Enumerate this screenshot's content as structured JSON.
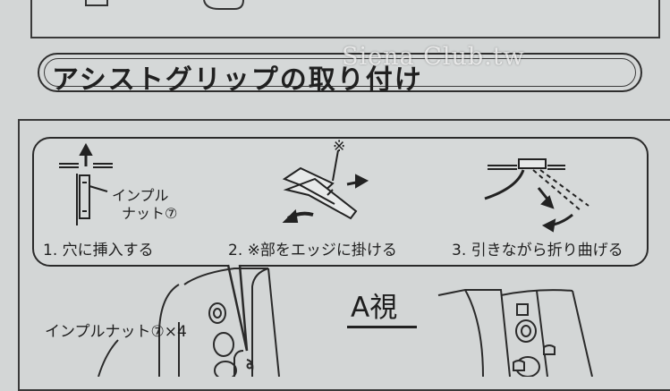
{
  "title": "アシストグリップの取り付け",
  "watermark": "Siena Club.tw",
  "steps": [
    {
      "label": "1. 穴に挿入する"
    },
    {
      "label": "2. ※部をエッジに掛ける"
    },
    {
      "label": "3. 引きながら折り曲げる"
    }
  ],
  "implnut_label_line1": "インプル",
  "implnut_label_line2": "ナット⑦",
  "mark_symbol": "※",
  "view_label": "A視",
  "implnut_count_label": "インプルナット⑦×4"
}
